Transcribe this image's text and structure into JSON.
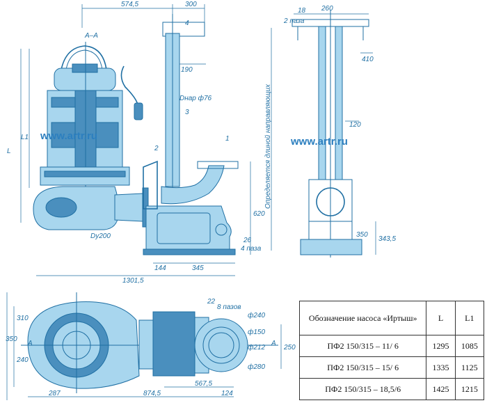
{
  "dims": {
    "top_5745": "574,5",
    "top_300": "300",
    "top_18": "18",
    "top_260": "260",
    "two_pairs": "2 пазa",
    "section": "A–A",
    "L": "L",
    "L1": "L1",
    "d190": "190",
    "dn76": "Dнар ф76",
    "d410": "410",
    "d120": "120",
    "d620": "620",
    "d26": "26",
    "four_slots": "4 паза",
    "d350": "350",
    "d3435": "343,5",
    "d144": "144",
    "d345": "345",
    "d13015": "1301,5",
    "dy200": "Dy200",
    "vert_note": "Определяется длиной направляющих",
    "callout_1": "1",
    "callout_2": "2",
    "callout_3": "3",
    "callout_4": "4",
    "p350": "350",
    "p310": "310",
    "p240": "240",
    "d22": "22",
    "eight_slots": "8 пазов",
    "d240r": "ф240",
    "d150": "ф150",
    "d212": "ф212",
    "d280": "ф280",
    "d250": "250",
    "p287": "287",
    "p8745": "874,5",
    "p5675": "567,5",
    "p124": "124",
    "markA1": "А",
    "markA2": "А"
  },
  "watermark": {
    "left": "www.artr.ru",
    "right": "www.artr.ru"
  },
  "table": {
    "headers": [
      "Обозначение насоса «Иртыш»",
      "L",
      "L1"
    ],
    "rows": [
      [
        "ПФ2 150/315 – 11/ 6",
        "1295",
        "1085"
      ],
      [
        "ПФ2 150/315 – 15/ 6",
        "1335",
        "1125"
      ],
      [
        "ПФ2 150/315 – 18,5/6",
        "1425",
        "1215"
      ]
    ]
  },
  "colors": {
    "line": "#1f6fa3",
    "fill_light": "#a8d6ee",
    "fill_dark": "#4a8fbe",
    "watermark": "#2c7fbf"
  }
}
